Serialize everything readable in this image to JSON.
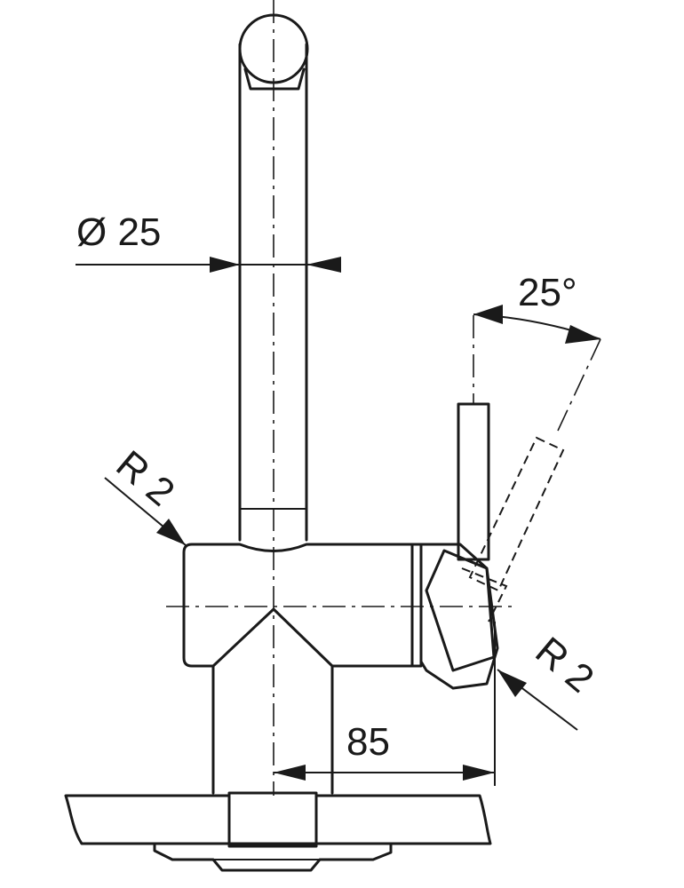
{
  "dimensions": {
    "diameter_label": "Ø 25",
    "angle_label": "25°",
    "radius_left_label": "R 2",
    "radius_right_label": "R 2",
    "reach_label": "85"
  },
  "colors": {
    "line": "#1a1a1a",
    "background": "#ffffff",
    "countertop": "#eeeeee"
  }
}
